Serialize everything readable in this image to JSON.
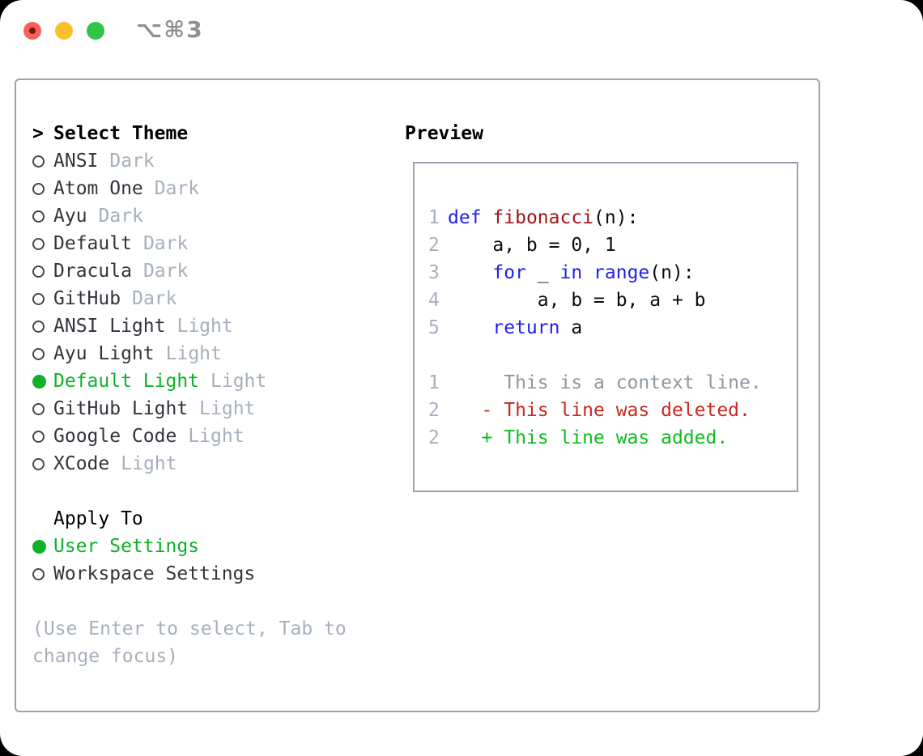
{
  "titlebar": {
    "shortcut": "⌥⌘3"
  },
  "panel": {
    "select_theme": {
      "prompt": ">",
      "title": "Select Theme",
      "items": [
        {
          "name": "ANSI",
          "variant": "Dark",
          "selected": false
        },
        {
          "name": "Atom One",
          "variant": "Dark",
          "selected": false
        },
        {
          "name": "Ayu",
          "variant": "Dark",
          "selected": false
        },
        {
          "name": "Default",
          "variant": "Dark",
          "selected": false
        },
        {
          "name": "Dracula",
          "variant": "Dark",
          "selected": false
        },
        {
          "name": "GitHub",
          "variant": "Dark",
          "selected": false
        },
        {
          "name": "ANSI Light",
          "variant": "Light",
          "selected": false
        },
        {
          "name": "Ayu Light",
          "variant": "Light",
          "selected": false
        },
        {
          "name": "Default Light",
          "variant": "Light",
          "selected": true
        },
        {
          "name": "GitHub Light",
          "variant": "Light",
          "selected": false
        },
        {
          "name": "Google Code",
          "variant": "Light",
          "selected": false
        },
        {
          "name": "XCode",
          "variant": "Light",
          "selected": false
        }
      ]
    },
    "apply_to": {
      "title": "Apply To",
      "options": [
        {
          "label": "User Settings",
          "selected": true
        },
        {
          "label": "Workspace Settings",
          "selected": false
        }
      ]
    },
    "hint": "(Use Enter to select, Tab to change focus)"
  },
  "preview": {
    "title": "Preview",
    "lines": [
      {
        "ln": "1",
        "segments": [
          {
            "text": "def",
            "style": "kw"
          },
          {
            "text": " ",
            "style": "plain"
          },
          {
            "text": "fibonacci",
            "style": "fn"
          },
          {
            "text": "(n):",
            "style": "plain"
          }
        ]
      },
      {
        "ln": "2",
        "segments": [
          {
            "text": "    a, b = 0, 1",
            "style": "plain"
          }
        ]
      },
      {
        "ln": "3",
        "segments": [
          {
            "text": "    ",
            "style": "plain"
          },
          {
            "text": "for",
            "style": "kw"
          },
          {
            "text": " _ ",
            "style": "plain"
          },
          {
            "text": "in",
            "style": "kw"
          },
          {
            "text": " ",
            "style": "plain"
          },
          {
            "text": "range",
            "style": "kw"
          },
          {
            "text": "(n):",
            "style": "plain"
          }
        ]
      },
      {
        "ln": "4",
        "segments": [
          {
            "text": "        a, b = b, a + b",
            "style": "plain"
          }
        ]
      },
      {
        "ln": "5",
        "segments": [
          {
            "text": "    ",
            "style": "plain"
          },
          {
            "text": "return",
            "style": "kw"
          },
          {
            "text": " a",
            "style": "plain"
          }
        ]
      },
      {
        "ln": "",
        "segments": [
          {
            "text": "",
            "style": "plain"
          }
        ]
      },
      {
        "ln": "1",
        "segments": [
          {
            "text": "     This is a context line.",
            "style": "ctx"
          }
        ]
      },
      {
        "ln": "2",
        "segments": [
          {
            "text": "   - This line was deleted.",
            "style": "del"
          }
        ]
      },
      {
        "ln": "2",
        "segments": [
          {
            "text": "   + This line was added.",
            "style": "add"
          }
        ]
      }
    ]
  },
  "colors": {
    "selection_green": "#0fb02a",
    "keyword_blue": "#1f1ff2",
    "function_red": "#a31515",
    "deleted_red": "#c8291c",
    "added_green": "#0dbd1e",
    "muted_gray": "#a6afbb",
    "border_gray": "#9aa3ae"
  }
}
